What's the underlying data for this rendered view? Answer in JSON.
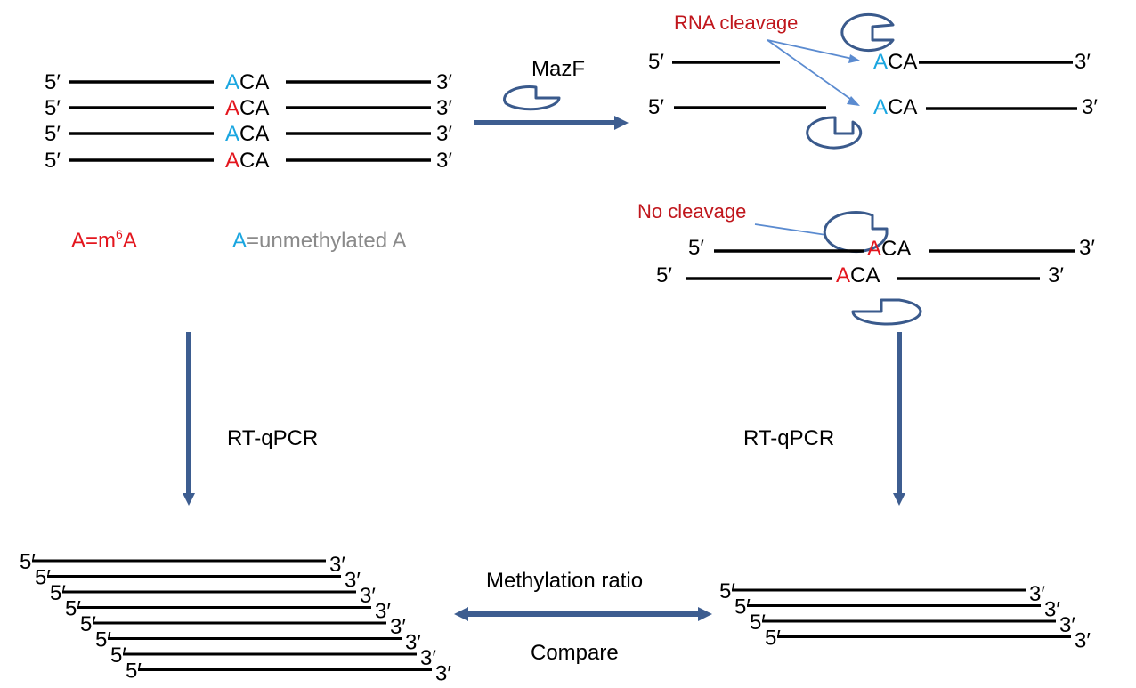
{
  "labels": {
    "five_prime": "5′",
    "three_prime": "3′",
    "motif_first": "A",
    "motif_rest": "CA",
    "enzyme": "MazF",
    "rna_cleavage": "RNA cleavage",
    "no_cleavage": "No cleavage",
    "rt_qpcr": "RT-qPCR",
    "methylation_ratio": "Methylation ratio",
    "compare": "Compare"
  },
  "legend": {
    "methylated_letter": "A",
    "methylated_eq": "=m",
    "methylated_sup": "6",
    "methylated_tail": "A",
    "unmethylated_letter": "A",
    "unmethylated_text": "=unmethylated A"
  },
  "colors": {
    "methylated": "#e3161e",
    "unmethylated": "#1aa6e0",
    "note_text": "#c0161c",
    "legend_gray": "#8a8a8a",
    "enzyme_outline": "#3a5a8c",
    "pointer_arrow": "#5b8bd0",
    "flow_arrow": "#3d5d90"
  },
  "input_strands_methylation": [
    "unmethylated",
    "methylated",
    "unmethylated",
    "methylated"
  ],
  "cleaved_strands_methylation": [
    "unmethylated",
    "unmethylated"
  ],
  "protected_strands_methylation": [
    "methylated",
    "methylated"
  ],
  "control_product_count": 8,
  "treated_product_count": 4
}
